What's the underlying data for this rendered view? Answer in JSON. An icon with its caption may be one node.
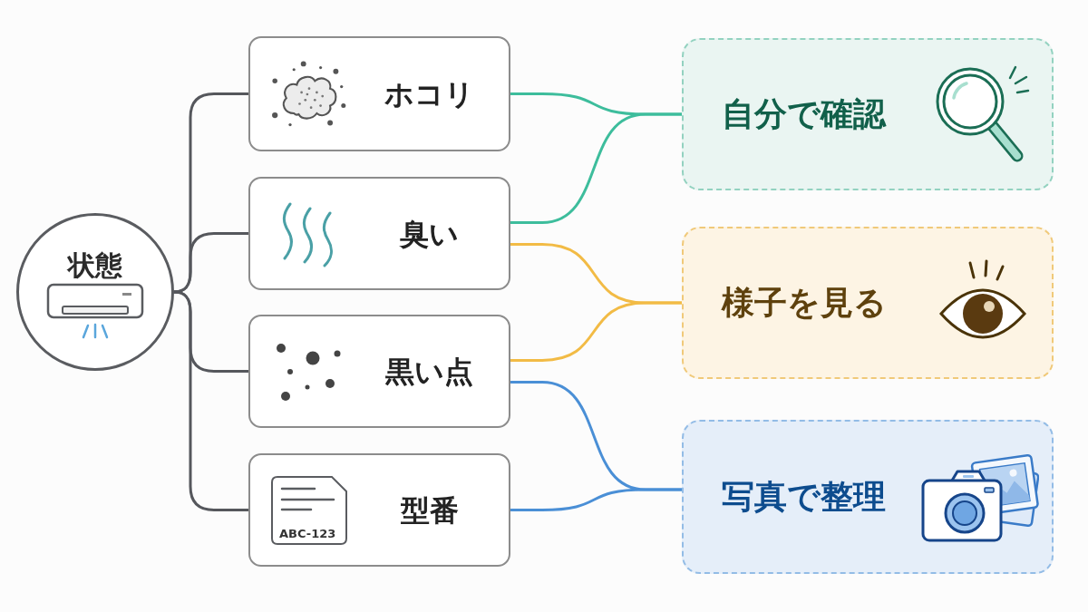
{
  "diagram": {
    "nodes": [
      {
        "text": [
          "状態"
        ]
      },
      {
        "text": [
          "ホコリ"
        ]
      },
      {
        "text": [
          "臭い"
        ]
      },
      {
        "text": [
          "黒い点"
        ]
      },
      {
        "text": [
          "型番"
        ]
      },
      {
        "text": [
          "自分で確認"
        ]
      },
      {
        "text": [
          "様子を見る"
        ]
      },
      {
        "text": [
          "写真で整理"
        ]
      }
    ],
    "edges": [
      {
        "from": 0,
        "to": 1,
        "arrow": "none"
      },
      {
        "from": 0,
        "to": 2,
        "arrow": "none"
      },
      {
        "from": 0,
        "to": 3,
        "arrow": "none"
      },
      {
        "from": 0,
        "to": 4,
        "arrow": "none"
      },
      {
        "from": 1,
        "to": 5,
        "arrow": "none",
        "color": "#3dbd9c"
      },
      {
        "from": 2,
        "to": 5,
        "arrow": "none",
        "color": "#3dbd9c"
      },
      {
        "from": 2,
        "to": 6,
        "arrow": "none",
        "color": "#f2bb45"
      },
      {
        "from": 3,
        "to": 6,
        "arrow": "none",
        "color": "#f2bb45"
      },
      {
        "from": 3,
        "to": 7,
        "arrow": "none",
        "color": "#4a8fd6"
      },
      {
        "from": 4,
        "to": 7,
        "arrow": "none",
        "color": "#4a8fd6"
      }
    ],
    "labels": [
      "ABC-123"
    ]
  }
}
